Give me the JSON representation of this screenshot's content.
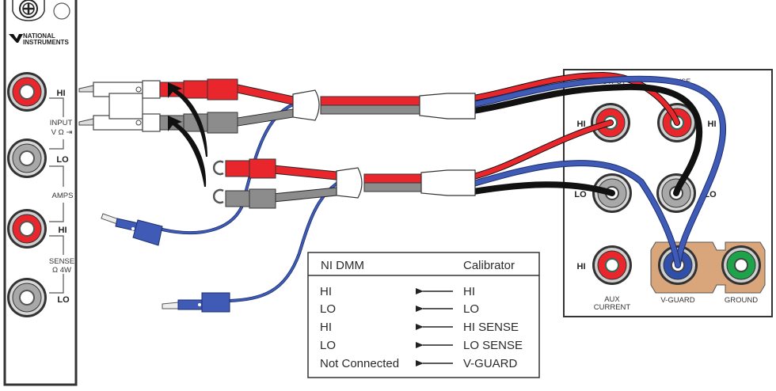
{
  "dmm_panel": {
    "brand_line1": "NATIONAL",
    "brand_line2": "INSTRUMENTS",
    "terminals": [
      {
        "label": "HI",
        "color": "red"
      },
      {
        "label": "LO",
        "color": "gray"
      },
      {
        "label": "HI",
        "color": "red"
      },
      {
        "label": "LO",
        "color": "gray"
      }
    ],
    "group_labels": {
      "input_line1": "INPUT",
      "input_line2": "V Ω ⇥",
      "amps": "AMPS",
      "sense_line1": "SENSE",
      "sense_line2": "Ω 4W"
    }
  },
  "calibrator_panel": {
    "output_label": "OUTPUT",
    "sense_label": "SENSE",
    "terminal_labels": {
      "output_hi": "HI",
      "sense_hi": "HI",
      "output_lo": "LO",
      "sense_lo": "LO",
      "aux_hi": "HI",
      "aux_line1": "AUX",
      "aux_line2": "CURRENT",
      "vguard": "V-GUARD",
      "ground": "GROUND"
    }
  },
  "connection_table": {
    "header_left": "NI DMM",
    "header_right": "Calibrator",
    "rows": [
      {
        "dmm": "HI",
        "calibrator": "HI"
      },
      {
        "dmm": "LO",
        "calibrator": "LO"
      },
      {
        "dmm": "HI",
        "calibrator": "HI SENSE"
      },
      {
        "dmm": "LO",
        "calibrator": "LO SENSE"
      },
      {
        "dmm": "Not Connected",
        "calibrator": "V-GUARD"
      }
    ]
  },
  "colors": {
    "red_lead": "#e8262b",
    "gray_lead": "#8c8c8c",
    "blue_lead": "#2f4fa8",
    "black_lead": "#111111",
    "guard_green": "#1fa34a",
    "guard_plate": "#d9a57b"
  }
}
